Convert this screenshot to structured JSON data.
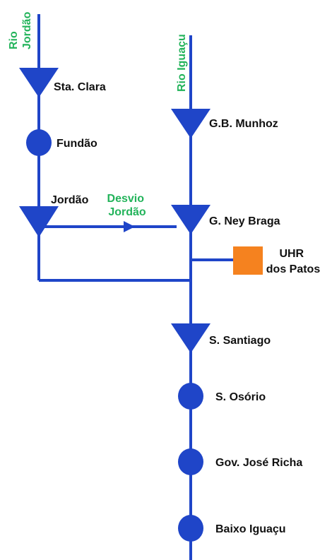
{
  "colors": {
    "line": "#1f45c8",
    "river_label": "#22b35a",
    "plant": "#f5821f",
    "text": "#111111"
  },
  "rivers": {
    "jordao": [
      "Rio",
      "Jordão"
    ],
    "iguacu": "Rio Iguaçu"
  },
  "diversion": [
    "Desvio",
    "Jordão"
  ],
  "plants": {
    "sta_clara": "Sta. Clara",
    "fundao": "Fundão",
    "jordao": "Jordão",
    "gb_munhoz": "G.B. Munhoz",
    "g_ney_braga": "G. Ney Braga",
    "s_santiago": "S. Santiago",
    "s_osorio": "S. Osório",
    "gov_jose_richa": "Gov. José Richa",
    "baixo_iguacu": "Baixo Iguaçu"
  },
  "uhr": [
    "UHR",
    "dos Patos"
  ],
  "legend_shapes": {
    "reservoir": "triangle",
    "run_of_river": "circle",
    "pumped_storage": "square"
  }
}
